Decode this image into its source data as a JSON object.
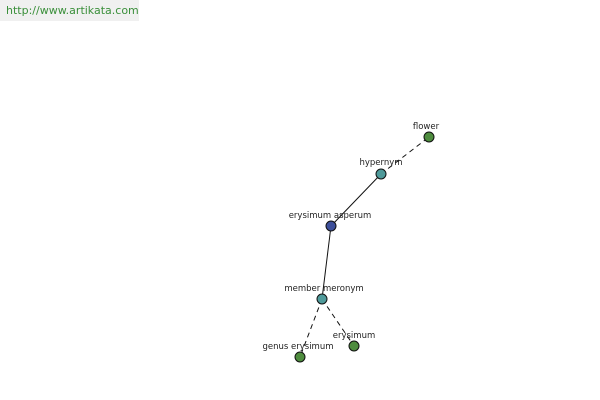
{
  "site": {
    "url": "http://www.artikata.com"
  },
  "colors": {
    "center": "#3d4f9a",
    "relation": "#4f9a9a",
    "term": "#4e8c3e",
    "line": "#111111"
  },
  "graph": {
    "nodes": [
      {
        "id": "flower",
        "label": "flower",
        "kind": "term"
      },
      {
        "id": "hypernym",
        "label": "hypernym",
        "kind": "relation"
      },
      {
        "id": "center",
        "label": "erysimum asperum",
        "kind": "center"
      },
      {
        "id": "member_meronym",
        "label": "member meronym",
        "kind": "relation"
      },
      {
        "id": "genus",
        "label": "genus erysimum",
        "kind": "term"
      },
      {
        "id": "erysimum",
        "label": "erysimum",
        "kind": "term"
      }
    ],
    "edges": [
      {
        "from": "hypernym",
        "to": "flower",
        "style": "dashed"
      },
      {
        "from": "center",
        "to": "hypernym",
        "style": "solid"
      },
      {
        "from": "center",
        "to": "member_meronym",
        "style": "solid"
      },
      {
        "from": "member_meronym",
        "to": "genus",
        "style": "dashed"
      },
      {
        "from": "member_meronym",
        "to": "erysimum",
        "style": "dashed"
      }
    ]
  }
}
